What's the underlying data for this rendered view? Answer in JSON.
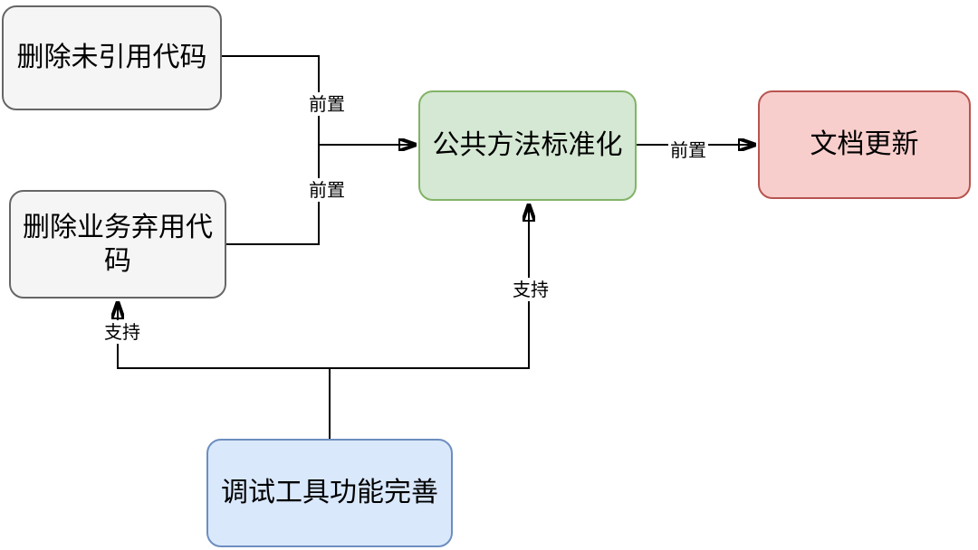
{
  "diagram": {
    "background": "#ffffff",
    "edge_color": "#000000",
    "nodes": {
      "unreferenced": {
        "label": "删除未引用代码",
        "fill": "#f5f5f5",
        "border": "#666666"
      },
      "deprecated": {
        "label": "删除业务弃用代码",
        "fill": "#f5f5f5",
        "border": "#666666"
      },
      "standardize": {
        "label": "公共方法标准化",
        "fill": "#d5e8d4",
        "border": "#82b366"
      },
      "docs": {
        "label": "文档更新",
        "fill": "#f8cecc",
        "border": "#b85450"
      },
      "debugtools": {
        "label": "调试工具功能完善",
        "fill": "#dae8fc",
        "border": "#6c8ebf"
      }
    },
    "edge_labels": {
      "pre1": {
        "label": "前置"
      },
      "pre2": {
        "label": "前置"
      },
      "pre3": {
        "label": "前置"
      },
      "sup1": {
        "label": "支持"
      },
      "sup2": {
        "label": "支持"
      }
    },
    "edges": [
      {
        "from": "unreferenced",
        "to": "standardize",
        "label": "前置"
      },
      {
        "from": "deprecated",
        "to": "standardize",
        "label": "前置"
      },
      {
        "from": "standardize",
        "to": "docs",
        "label": "前置"
      },
      {
        "from": "debugtools",
        "to": "deprecated",
        "label": "支持"
      },
      {
        "from": "debugtools",
        "to": "standardize",
        "label": "支持"
      }
    ]
  }
}
